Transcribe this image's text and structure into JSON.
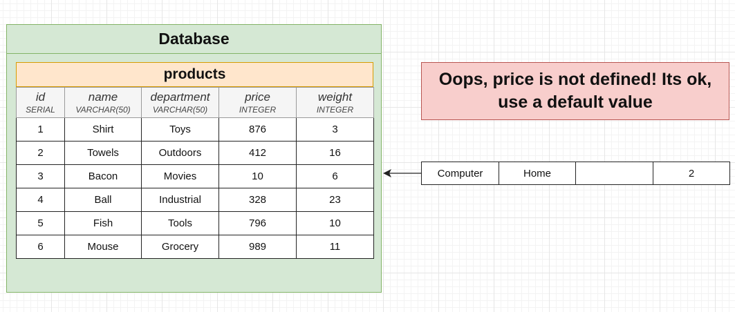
{
  "database": {
    "title": "Database"
  },
  "table": {
    "name": "products",
    "columns": [
      {
        "name": "id",
        "type": "SERIAL"
      },
      {
        "name": "name",
        "type": "VARCHAR(50)"
      },
      {
        "name": "department",
        "type": "VARCHAR(50)"
      },
      {
        "name": "price",
        "type": "INTEGER"
      },
      {
        "name": "weight",
        "type": "INTEGER"
      }
    ],
    "rows": [
      [
        "1",
        "Shirt",
        "Toys",
        "876",
        "3"
      ],
      [
        "2",
        "Towels",
        "Outdoors",
        "412",
        "16"
      ],
      [
        "3",
        "Bacon",
        "Movies",
        "10",
        "6"
      ],
      [
        "4",
        "Ball",
        "Industrial",
        "328",
        "23"
      ],
      [
        "5",
        "Fish",
        "Tools",
        "796",
        "10"
      ],
      [
        "6",
        "Mouse",
        "Grocery",
        "989",
        "11"
      ]
    ]
  },
  "note": {
    "line1": "Oops, price is not defined! Its ok,",
    "line2": "use a default value"
  },
  "new_row": [
    "Computer",
    "Home",
    "",
    "2"
  ],
  "colors": {
    "database_fill": "#d5e8d4",
    "database_border": "#82b366",
    "table_title_fill": "#ffe6cc",
    "table_title_border": "#d79b00",
    "note_fill": "#f8cecc",
    "note_border": "#b85450"
  }
}
